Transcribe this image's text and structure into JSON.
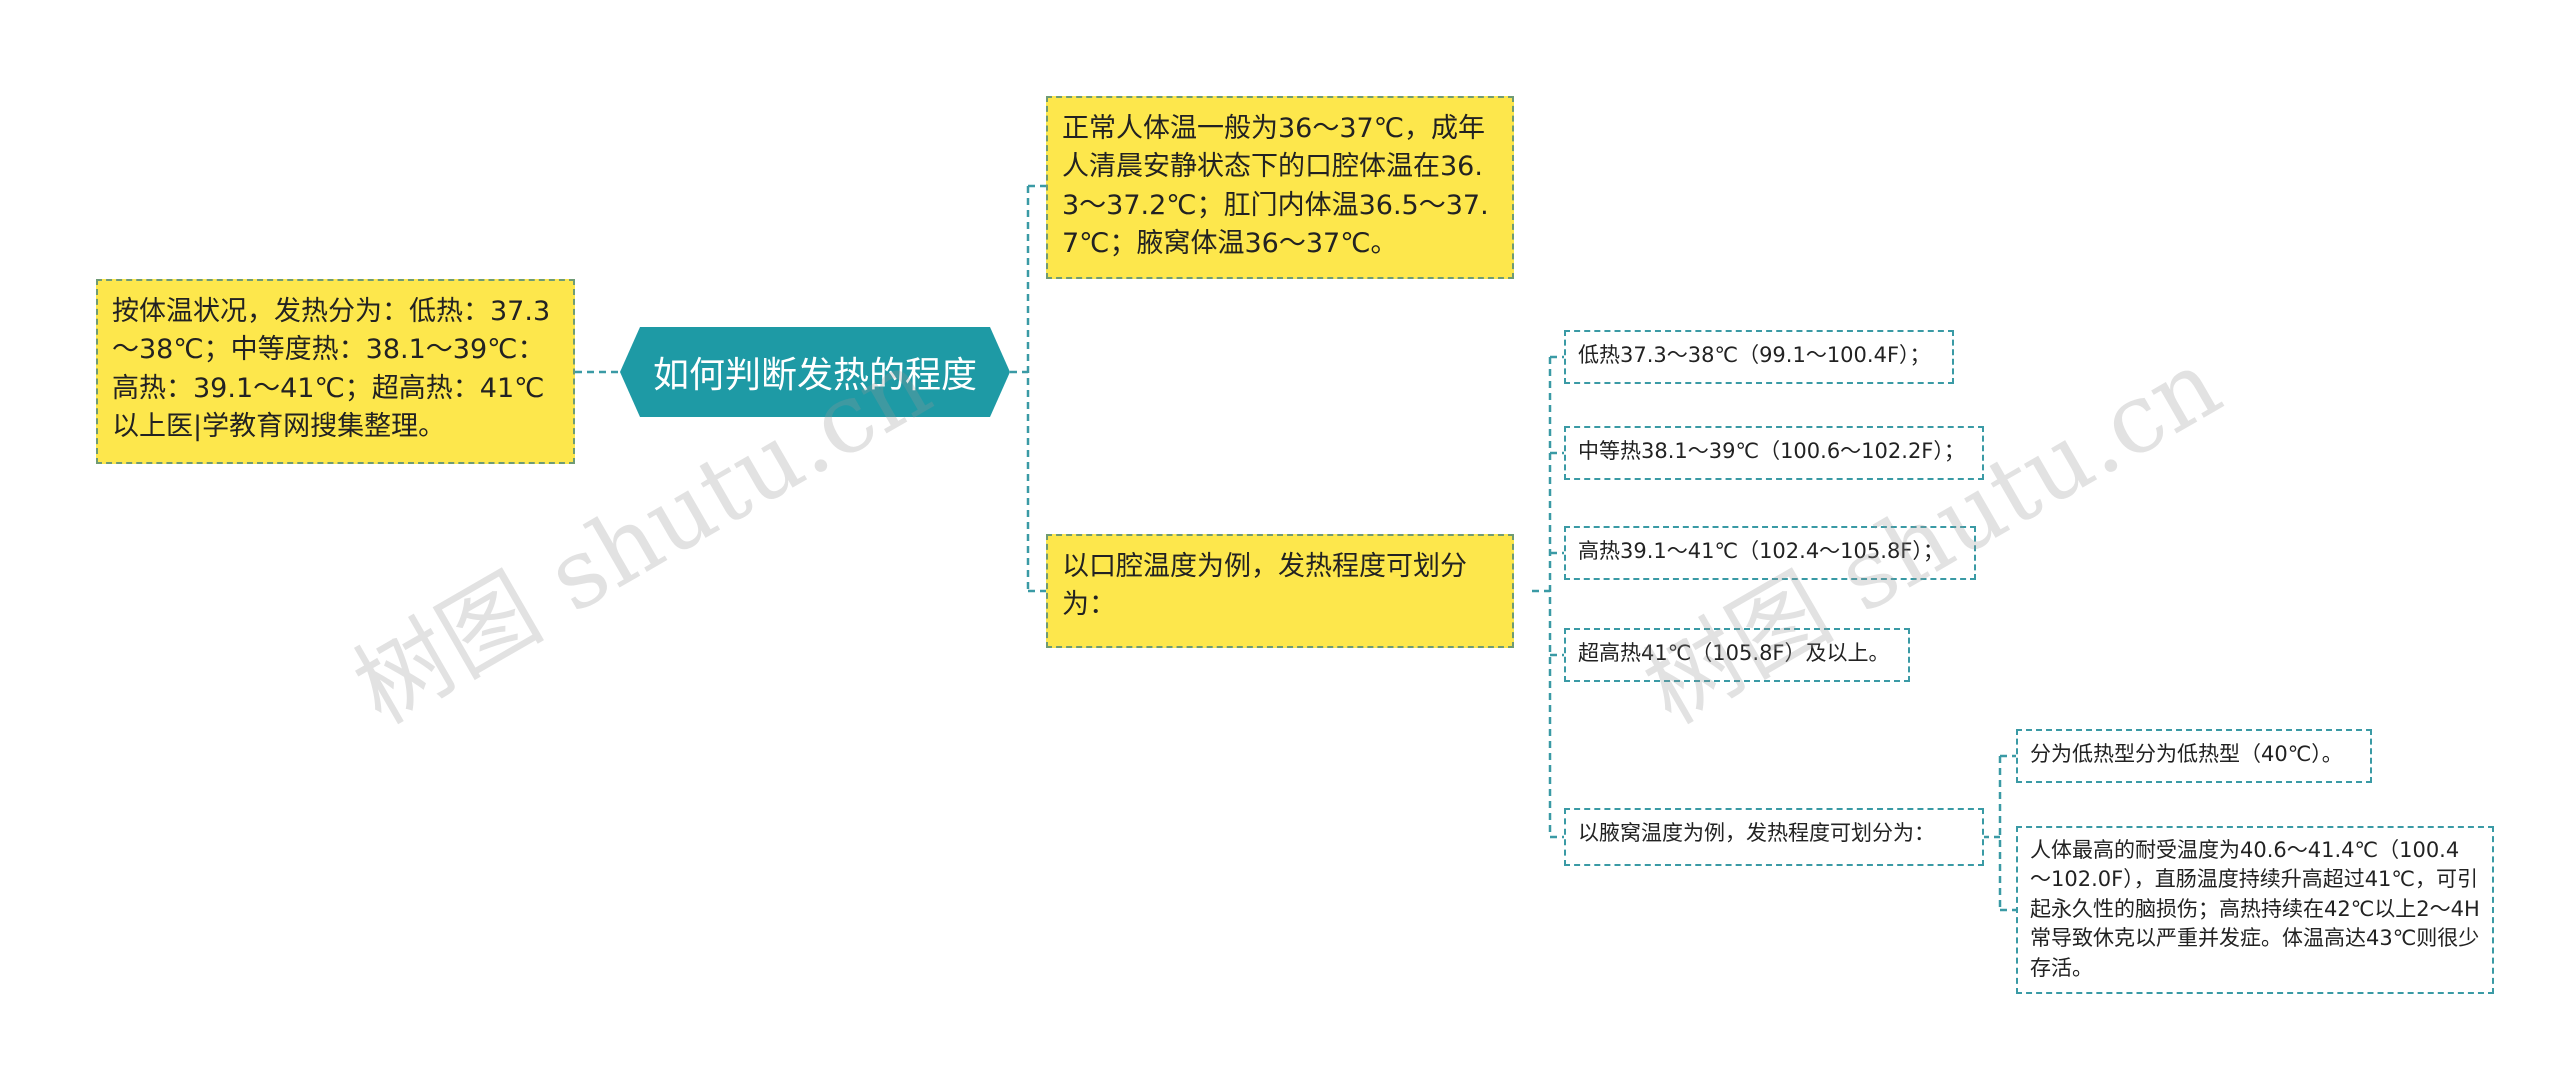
{
  "center": {
    "label": "如何判断发热的程度"
  },
  "left_note": {
    "text": "按体温状况，发热分为：低热：37.3～38℃；中等度热：38.1～39℃：高热：39.1～41℃；超高热：41℃以上医|学教育网搜集整理。"
  },
  "branches": [
    {
      "text": "正常人体温一般为36～37℃，成年人清晨安静状态下的口腔体温在36.3～37.2℃；肛门内体温36.5～37.7℃；腋窝体温36～37℃。"
    },
    {
      "text": "以口腔温度为例，发热程度可划分为：",
      "children": [
        {
          "text": "低热37.3～38℃（99.1～100.4F）；"
        },
        {
          "text": "中等热38.1～39℃（100.6～102.2F）；"
        },
        {
          "text": "高热39.1～41℃（102.4～105.8F）；"
        },
        {
          "text": "超高热41℃（105.8F）及以上。"
        },
        {
          "text": "以腋窝温度为例，发热程度可划分为：",
          "children": [
            {
              "text": "分为低热型分为低热型（40℃）。"
            },
            {
              "text": "人体最高的耐受温度为40.6～41.4℃（100.4～102.0F），直肠温度持续升高超过41℃，可引起永久性的脑损伤；高热持续在42℃以上2～4H常导致休克以严重并发症。体温高达43℃则很少存活。"
            }
          ]
        }
      ]
    }
  ],
  "watermarks": [
    "树图 shutu.cn",
    "树图 shutu.cn"
  ],
  "colors": {
    "center": "#1e9aa5",
    "yellow": "#fde74c",
    "line": "#3a9aa5",
    "node_border": "#6f9b74"
  }
}
